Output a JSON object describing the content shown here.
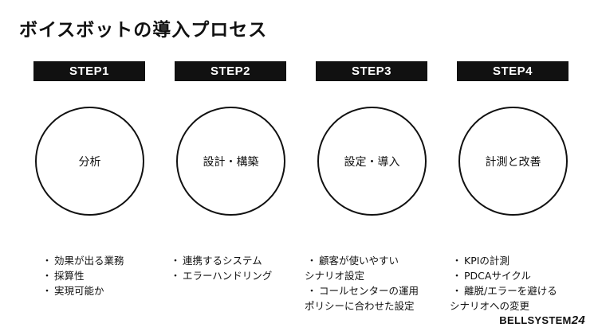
{
  "title": "ボイスボットの導入プロセス",
  "steps": [
    {
      "label": "STEP1",
      "circle_text": "分析",
      "bullets": [
        [
          "効果が出る業務"
        ],
        [
          "採算性"
        ],
        [
          "実現可能か"
        ]
      ]
    },
    {
      "label": "STEP2",
      "circle_text": "設計・構築",
      "bullets": [
        [
          "連携するシステム"
        ],
        [
          "エラーハンドリング"
        ]
      ]
    },
    {
      "label": "STEP3",
      "circle_text": "設定・導入",
      "bullets": [
        [
          "顧客が使いやすい",
          "シナリオ設定"
        ],
        [
          "コールセンターの運用",
          "ポリシーに合わせた設定"
        ]
      ]
    },
    {
      "label": "STEP4",
      "circle_text": "計測と改善",
      "bullets": [
        [
          "KPIの計測"
        ],
        [
          "PDCAサイクル"
        ],
        [
          "離脱/エラーを避ける",
          "シナリオへの変更"
        ]
      ]
    }
  ],
  "logo": {
    "text": "BELLSYSTEM",
    "number": "24"
  }
}
